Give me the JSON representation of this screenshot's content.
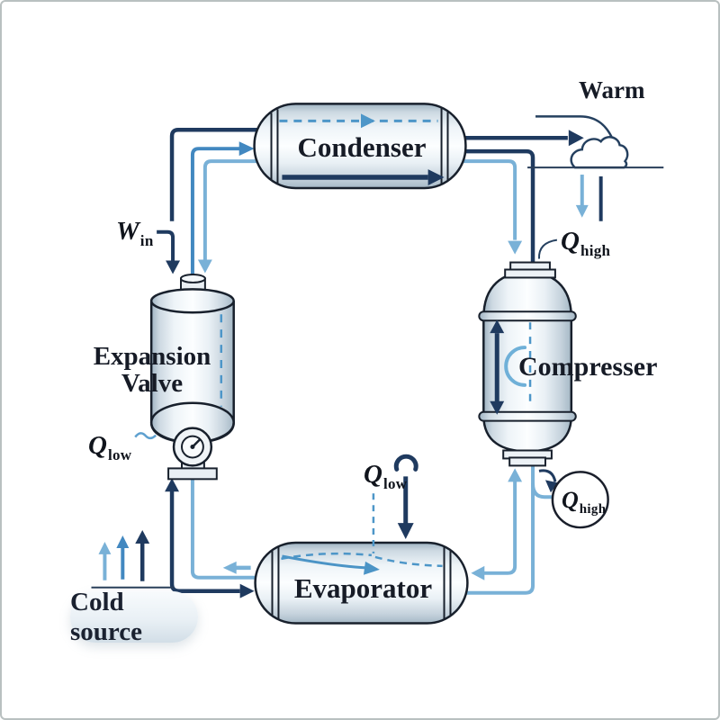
{
  "diagram": {
    "components": {
      "condenser": "Condenser",
      "evaporator": "Evaporator",
      "compressor": "Compresser",
      "expansion_valve_line1": "Expansion",
      "expansion_valve_line2": "Valve",
      "warm": "Warm",
      "cold_source": "Cold source"
    },
    "annotations": {
      "w_in": {
        "main": "W",
        "sub": "in"
      },
      "q_high_top": {
        "main": "Q",
        "sub": "high"
      },
      "q_high_circle": {
        "main": "Q",
        "sub": "high"
      },
      "q_low_left": {
        "main": "Q",
        "sub": "low"
      },
      "q_low_center": {
        "main": "Q",
        "sub": "low"
      }
    },
    "icons": [
      "steam-cloud-icon",
      "pressure-gauge-icon",
      "heat-squiggle-icon",
      "hook-arrow-icon"
    ],
    "colors": {
      "dark_navy": "#1f3a5f",
      "medium_blue": "#4288c0",
      "light_blue": "#79b1d7",
      "dashed_blue": "#4d96c8",
      "outline": "#18202c",
      "text": "#161b26",
      "background": "#ffffff"
    }
  }
}
